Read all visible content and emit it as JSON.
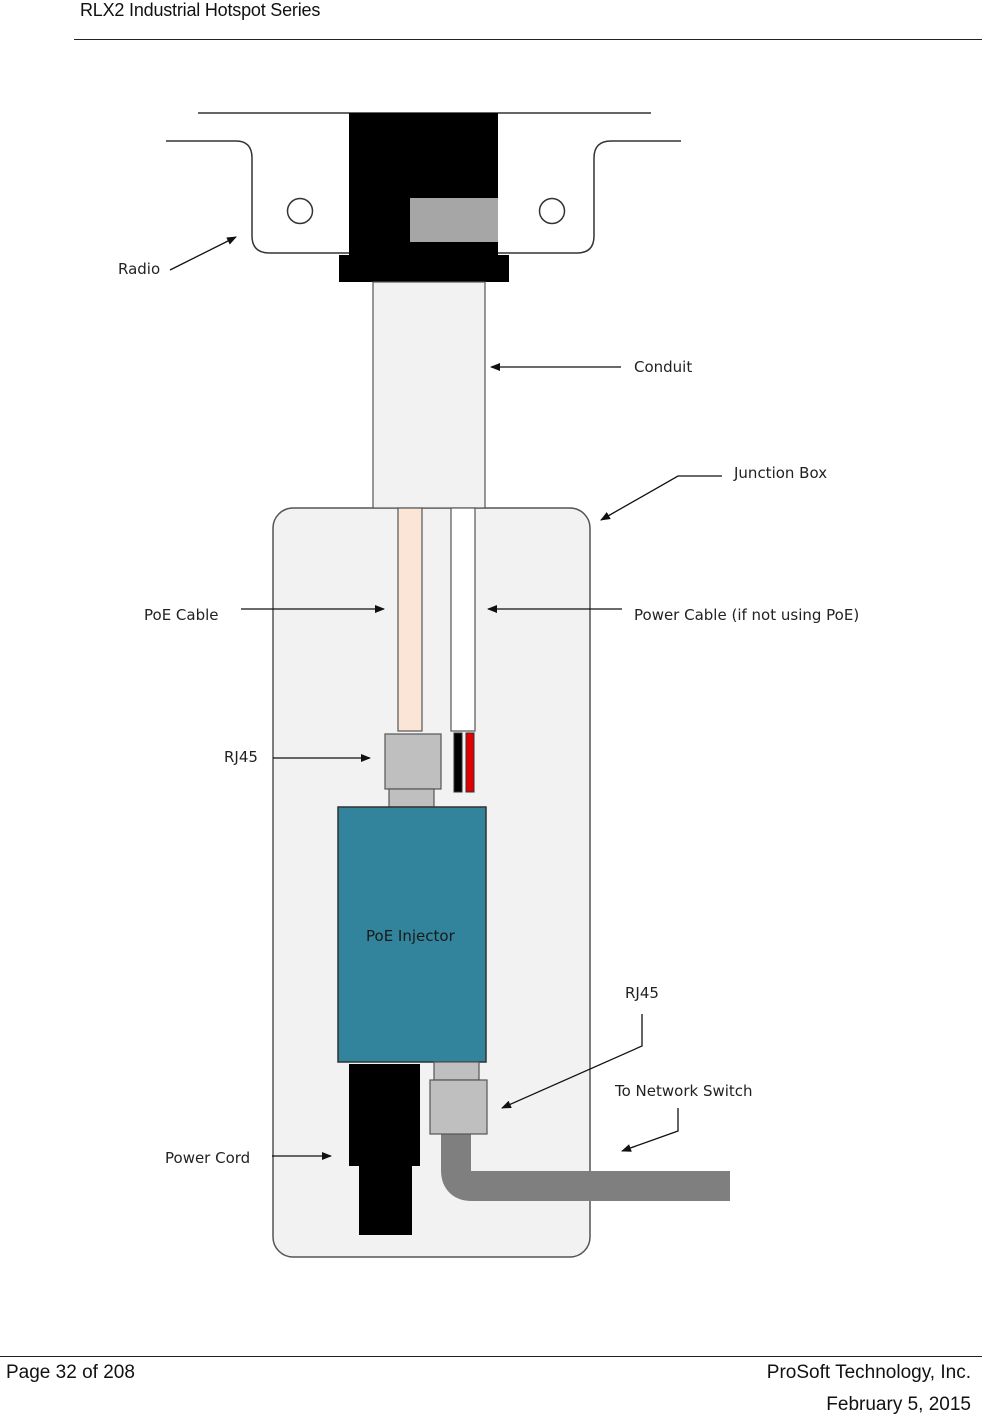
{
  "header": {
    "title": "RLX2 Industrial Hotspot Series"
  },
  "diagram": {
    "labels": {
      "radio": "Radio",
      "conduit": "Conduit",
      "junction_box": "Junction Box",
      "poe_cable": "PoE Cable",
      "power_cable": "Power Cable (if not using PoE)",
      "rj45_top": "RJ45",
      "poe_injector": "PoE Injector",
      "rj45_bottom": "RJ45",
      "to_network_switch": "To Network Switch",
      "power_cord": "Power Cord"
    }
  },
  "footer": {
    "page": "Page 32 of 208",
    "company": "ProSoft Technology, Inc.",
    "date": "February 5, 2015"
  }
}
